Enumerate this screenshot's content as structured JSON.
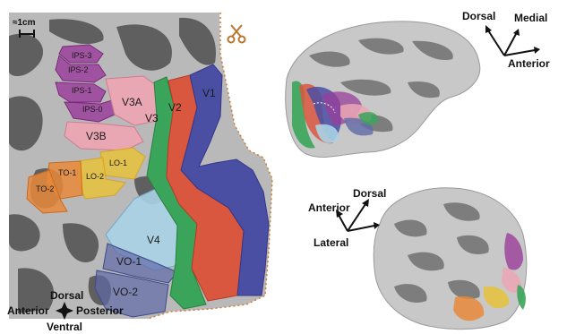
{
  "scale_bar": {
    "label": "≈1cm"
  },
  "flatmap_labels": {
    "ips3": "IPS-3",
    "ips2": "IPS-2",
    "ips1": "IPS-1",
    "ips0": "IPS-0",
    "v3a": "V3A",
    "v3b": "V3B",
    "v3": "V3",
    "v2": "V2",
    "v1": "V1",
    "lo1": "LO-1",
    "lo2": "LO-2",
    "to1": "TO-1",
    "to2": "TO-2",
    "v4": "V4",
    "vo1": "VO-1",
    "vo2": "VO-2"
  },
  "flatmap_orientation": {
    "dorsal": "Dorsal",
    "ventral": "Ventral",
    "anterior": "Anterior",
    "posterior": "Posterior"
  },
  "top_brain_orientation": {
    "dorsal": "Dorsal",
    "medial": "Medial",
    "anterior": "Anterior"
  },
  "bottom_brain_orientation": {
    "dorsal": "Dorsal",
    "anterior": "Anterior",
    "lateral": "Lateral"
  },
  "icons": {
    "cut": "scissors-icon"
  },
  "colors": {
    "v1": "#4a4fa3",
    "v2": "#d9573f",
    "v3": "#3aa55a",
    "v3a": "#e9a7b4",
    "v3b": "#e9a7b4",
    "ips": "#9a3f9a",
    "lo": "#e8c23a",
    "to": "#e8893a",
    "v4": "#a9d3e6",
    "vo": "#5f6aa8",
    "cortex_light": "#b9b9b9",
    "cortex_dark": "#5f5f5f"
  }
}
